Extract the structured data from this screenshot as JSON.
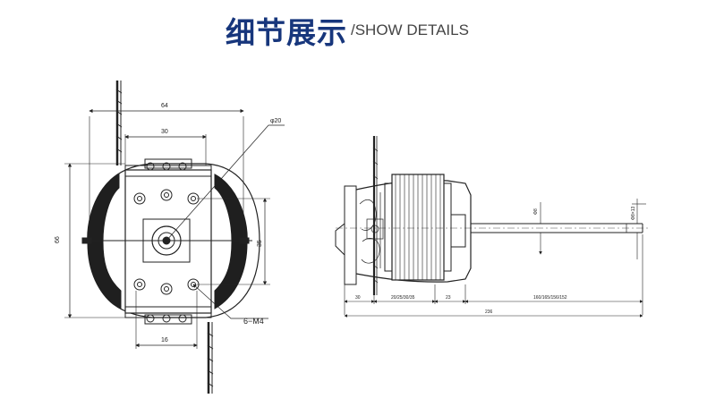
{
  "header": {
    "title_cn": "细节展示",
    "title_en": "/SHOW DETAILS"
  },
  "front_view": {
    "dim_width": "64",
    "dim_inner": "30",
    "dim_diameter": "φ20",
    "dim_height": "66",
    "dim_hole_spacing": "35",
    "dim_bottom": "16",
    "callout_screws": "6−M4"
  },
  "side_view": {
    "dim_shaft_dia": "Φ8",
    "dim_shaft_flat": "Φ8×13",
    "dim_left": "30",
    "dim_stack": "20/25/30/35",
    "dim_mid": "23",
    "dim_shaft_len": "160/165/156/152",
    "dim_total": "236"
  },
  "colors": {
    "title_cn": "#17367c",
    "title_en": "#444444",
    "line": "#222222",
    "coil": "#1f1f1f"
  }
}
